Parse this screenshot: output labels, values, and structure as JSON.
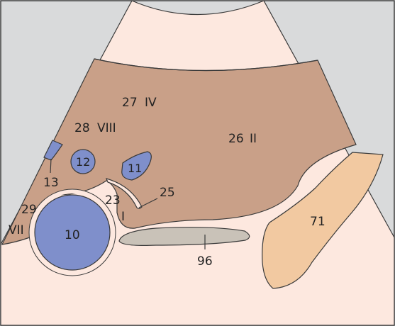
{
  "colors": {
    "frame_background": "#d9dadb",
    "border": "#3a3a3a",
    "fan": "#fde8df",
    "liver": "#c9a088",
    "vessel": "#7f8fcb",
    "kidney": "#f2c9a1",
    "duct": "#c9c2b8"
  },
  "labels": {
    "l27": "27",
    "lIV": "IV",
    "l28": "28",
    "lVIII": "VIII",
    "l26": "26",
    "lII": "II",
    "l12": "12",
    "l11": "11",
    "l13": "13",
    "l23": "23",
    "l25": "25",
    "lI": "I",
    "l29": "29",
    "lVII": "VII",
    "l10": "10",
    "l71": "71",
    "l96": "96"
  }
}
